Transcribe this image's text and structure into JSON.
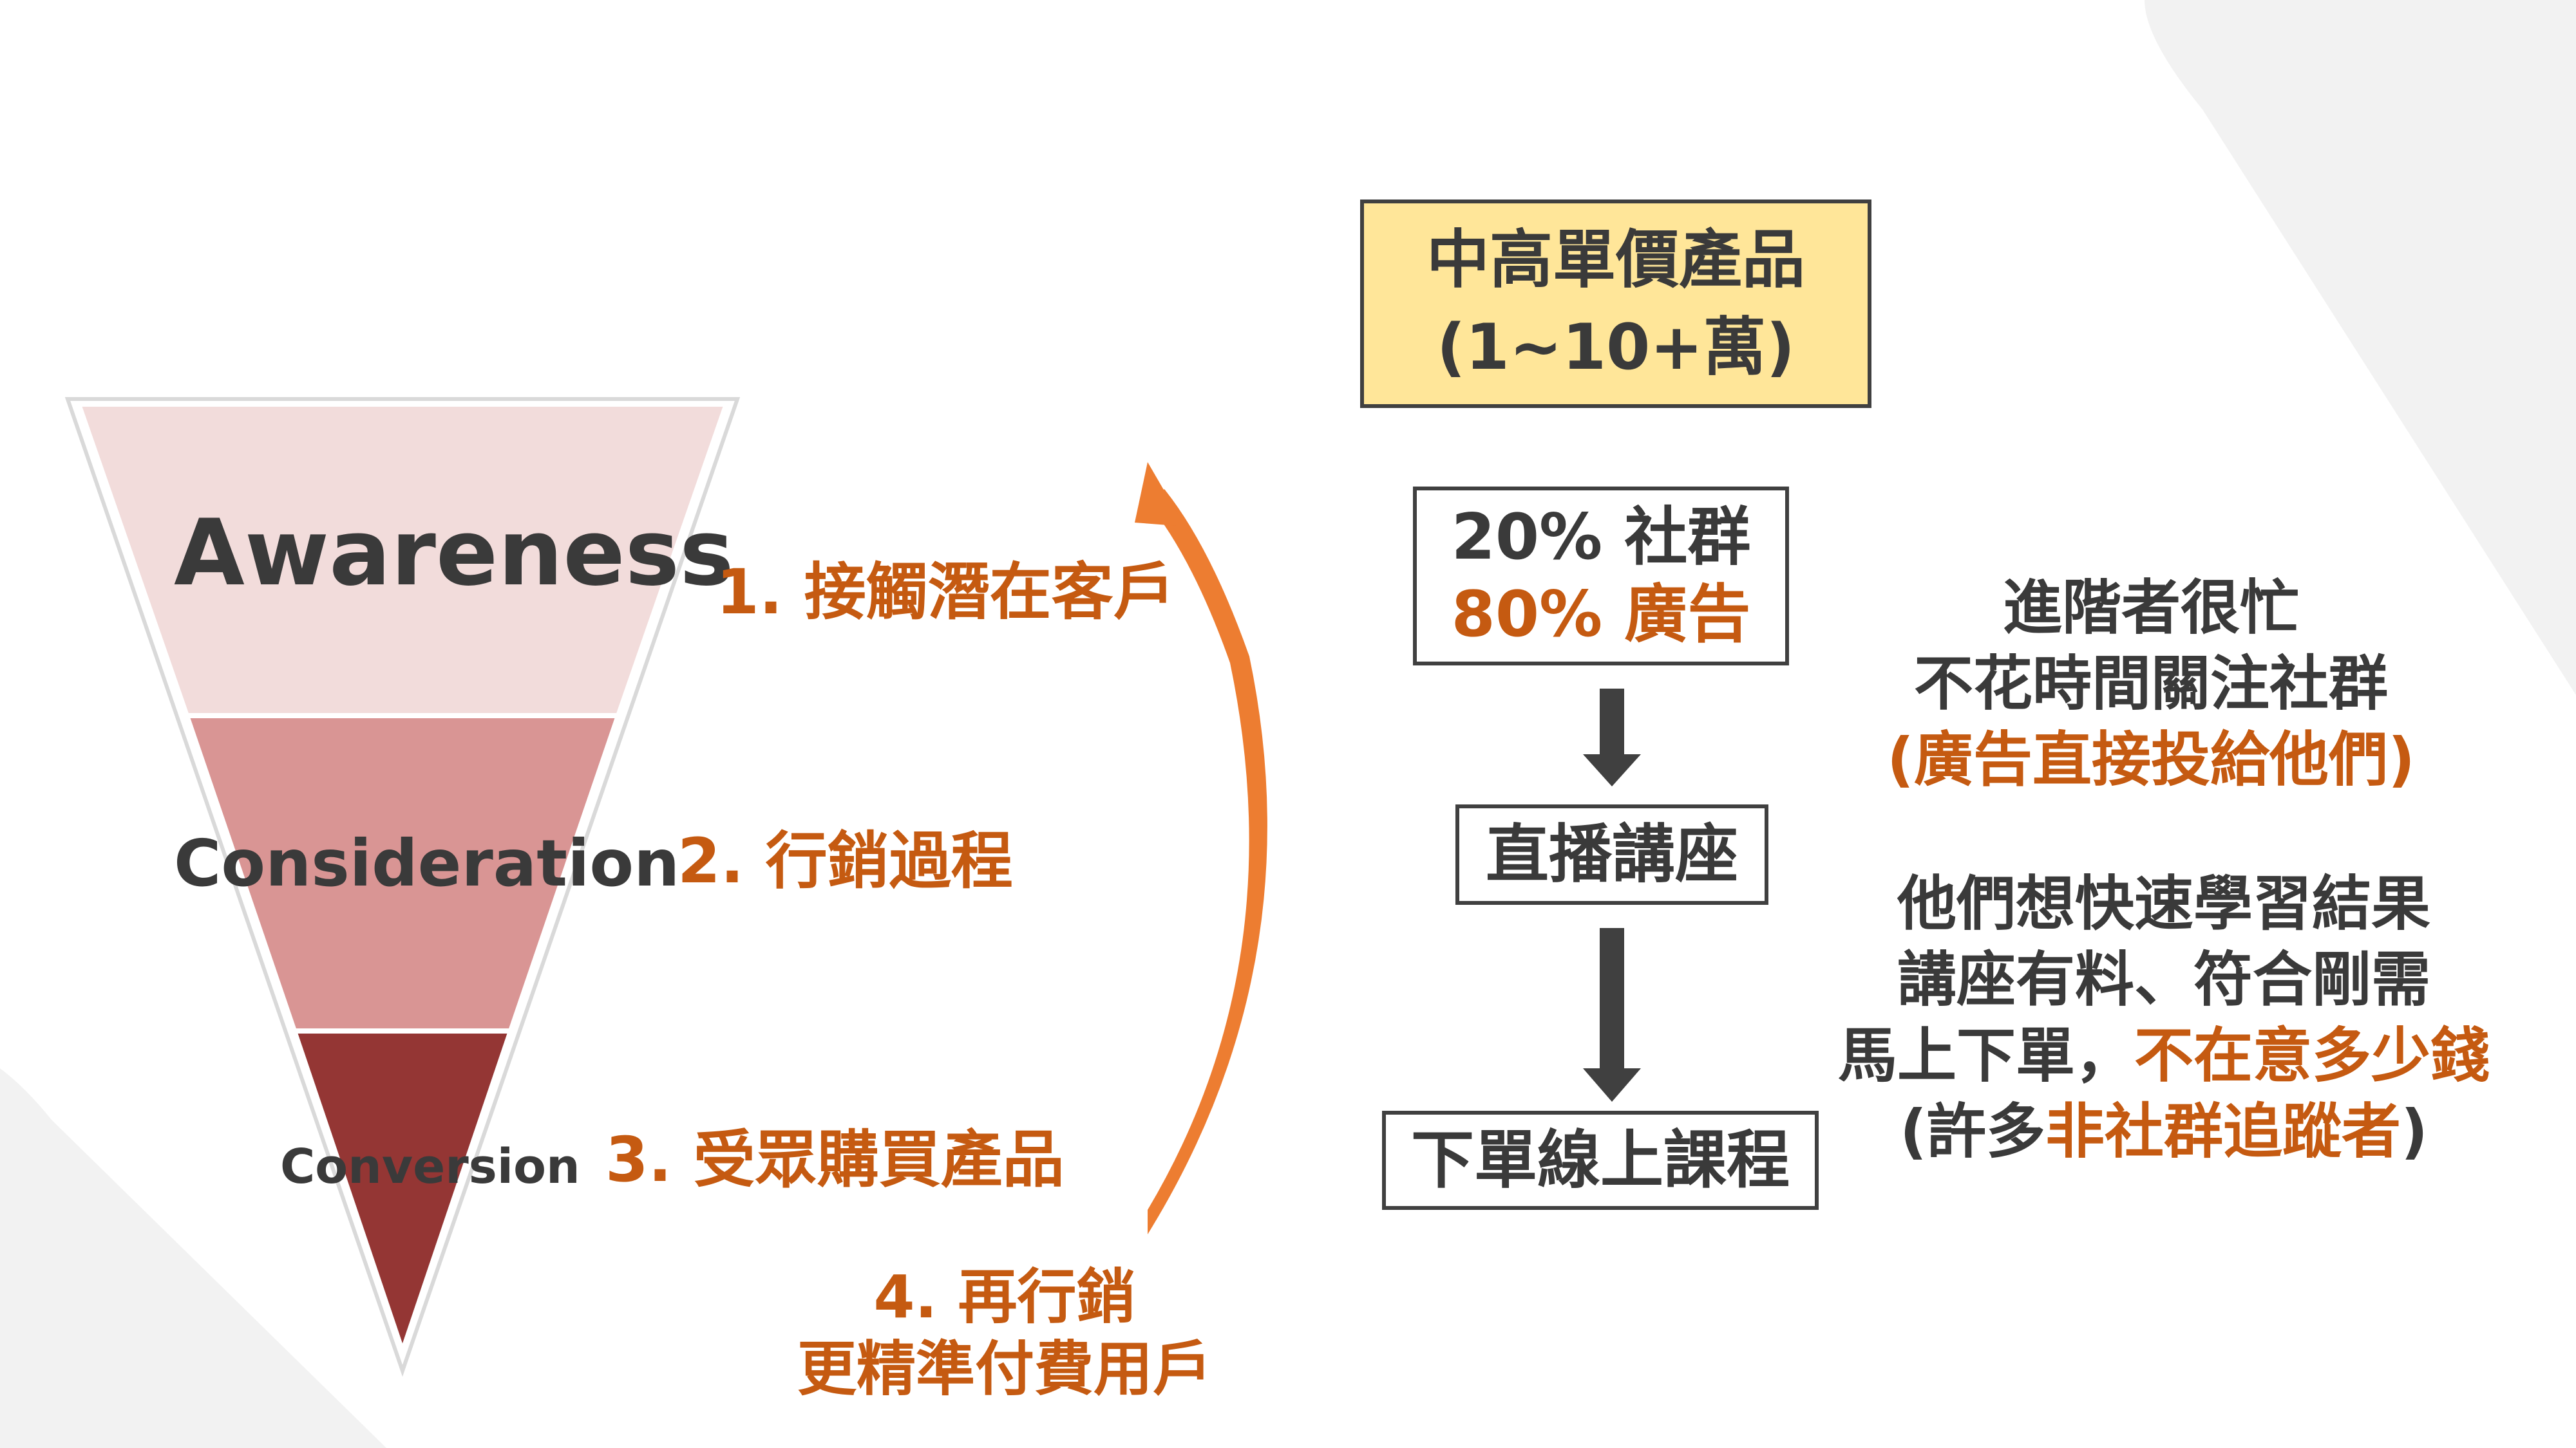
{
  "colors": {
    "accent": "#c55a11",
    "arc": "#ed7d31",
    "text": "#3a3a3a",
    "awareness_fill": "#f2dcdb",
    "consideration_fill": "#d99594",
    "conversion_fill": "#943634",
    "product_box_fill": "#ffe699"
  },
  "funnel": {
    "stages": [
      {
        "label": "Awareness"
      },
      {
        "label": "Consideration"
      },
      {
        "label": "Conversion"
      }
    ]
  },
  "steps": {
    "s1": "1. 接觸潛在客戶",
    "s2": "2. 行銷過程",
    "s3": "3. 受眾購買產品",
    "s4_line1": "4. 再行銷",
    "s4_line2": "更精準付費用戶"
  },
  "product_box": {
    "line1": "中高單價產品",
    "line2": "(1~10+萬)"
  },
  "traffic_box": {
    "line1": "20% 社群",
    "line2": "80% 廣告"
  },
  "live_box": {
    "label": "直播講座"
  },
  "order_box": {
    "label": "下單線上課程"
  },
  "note1": {
    "line1": "進階者很忙",
    "line2": "不花時間關注社群",
    "line3": "(廣告直接投給他們)"
  },
  "note2": {
    "line1": "他們想快速學習結果",
    "line2": "講座有料、符合剛需",
    "line3_a": "馬上下單，",
    "line3_b": "不在意多少錢",
    "line4_a": "(許多",
    "line4_b": "非社群追蹤者",
    "line4_c": ")"
  }
}
